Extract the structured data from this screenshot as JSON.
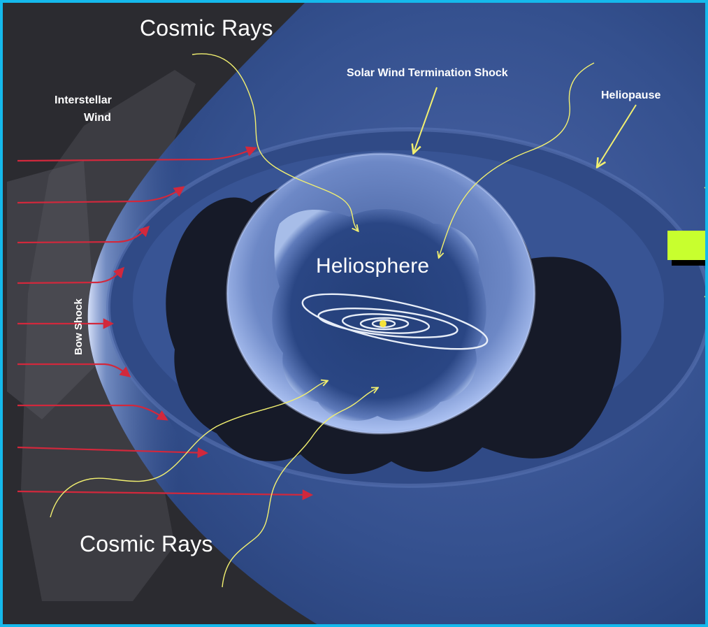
{
  "labels": {
    "cosmic_rays_top": "Cosmic Rays",
    "cosmic_rays_bottom": "Cosmic Rays",
    "interstellar_wind_line1": "Interstellar",
    "interstellar_wind_line2": "Wind",
    "termination_shock": "Solar Wind Termination Shock",
    "heliopause": "Heliopause",
    "heliosphere": "Heliosphere",
    "bow_shock": "Bow Shock"
  },
  "colors": {
    "frame": "#15b9ec",
    "background_space": "#2a2a2e",
    "heliosheath": "#3a4f86",
    "arrow_wind": "#d2283c",
    "arrow_annotation": "#f2f070",
    "accent_box": "#c8ff2e"
  }
}
